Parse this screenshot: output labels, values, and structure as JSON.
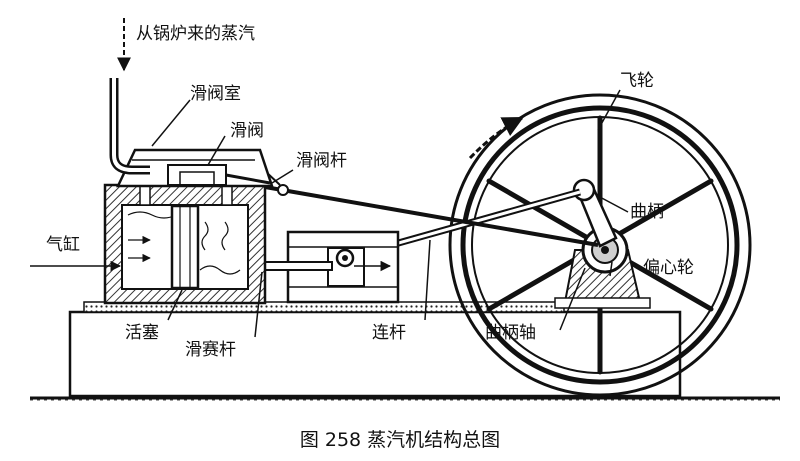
{
  "diagram": {
    "labels": {
      "steam_source": "从锅炉来的蒸汽",
      "valve_chest": "滑阀室",
      "slide_valve": "滑阀",
      "valve_rod": "滑阀杆",
      "flywheel": "飞轮",
      "cylinder": "气缸",
      "crank": "曲柄",
      "eccentric": "偏心轮",
      "piston": "活塞",
      "piston_rod": "滑赛杆",
      "connecting_rod": "连杆",
      "crankshaft": "曲柄轴"
    },
    "caption": "图 258 蒸汽机结构总图"
  },
  "colors": {
    "ink": "#111111",
    "hatch": "#333333",
    "fill": "#ffffff",
    "metal": "#cfcfcf"
  }
}
